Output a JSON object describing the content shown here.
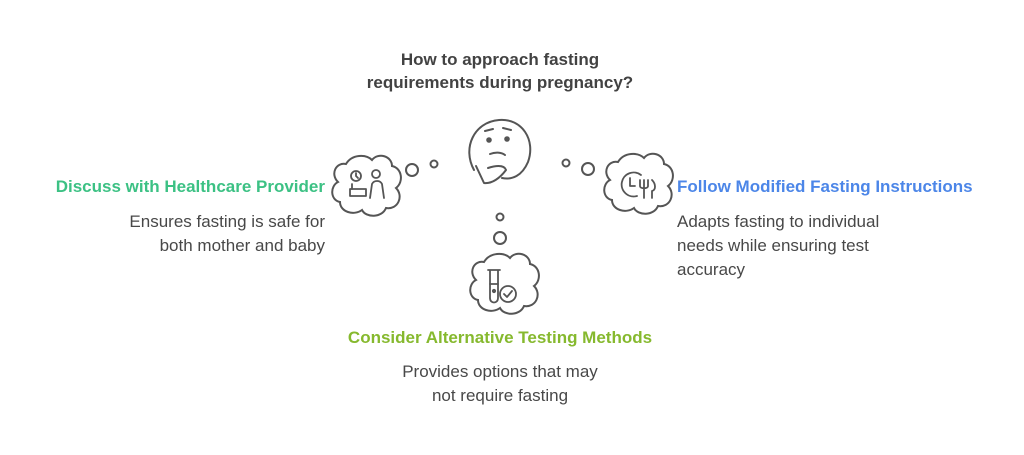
{
  "title": {
    "line1": "How to approach fasting",
    "line2": "requirements during pregnancy?"
  },
  "options": [
    {
      "title": "Discuss with Healthcare Provider",
      "desc_lines": [
        "Ensures fasting is safe for",
        "both mother and baby"
      ],
      "color": "#3cc184",
      "icon": "doctor-consultation-icon"
    },
    {
      "title": "Follow Modified Fasting Instructions",
      "desc_lines": [
        "Adapts fasting to individual",
        "needs while ensuring test",
        "accuracy"
      ],
      "color": "#4c86e8",
      "icon": "clock-fork-knife-icon"
    },
    {
      "title": "Consider Alternative Testing Methods",
      "desc_lines": [
        "Provides options that may",
        "not require fasting"
      ],
      "color": "#86b92e",
      "icon": "test-tube-check-icon"
    }
  ],
  "center_icon": "thinking-face-icon"
}
